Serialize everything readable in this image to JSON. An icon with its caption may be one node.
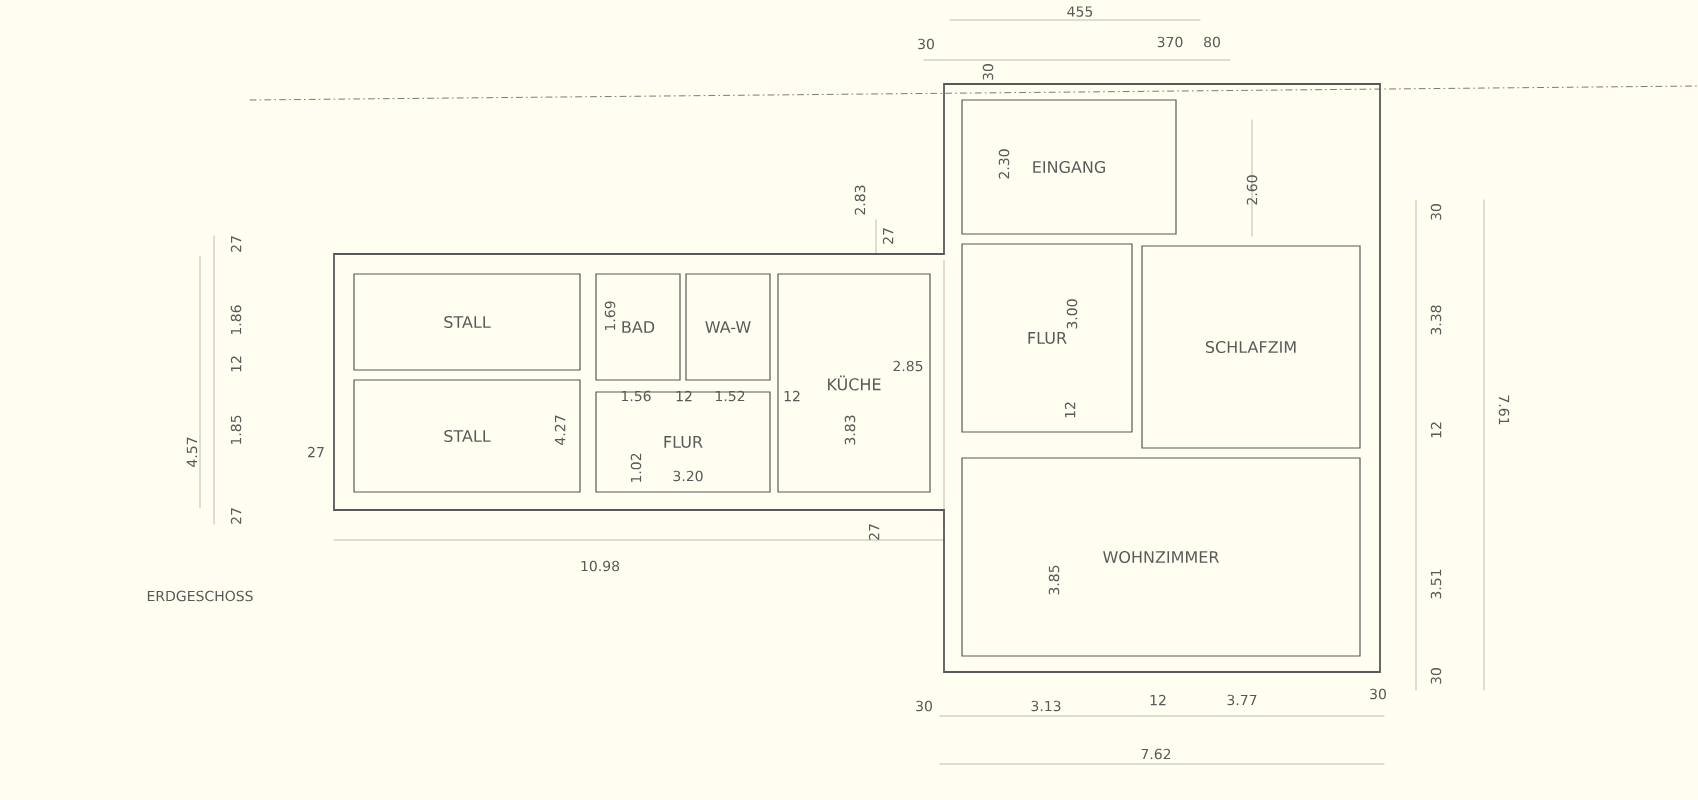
{
  "diagram": {
    "nodes": [
      {
        "text": [
          "STALL"
        ]
      },
      {
        "text": [
          "STALL"
        ]
      },
      {
        "text": [
          "BAD"
        ]
      },
      {
        "text": [
          "WA-W"
        ]
      },
      {
        "text": [
          "KÜCHE"
        ]
      },
      {
        "text": [
          "FLUR"
        ]
      },
      {
        "text": [
          "EINGANG"
        ]
      },
      {
        "text": [
          "FLUR"
        ]
      },
      {
        "text": [
          "SCHLAFZIM"
        ]
      },
      {
        "text": [
          "WOHNZIMMER"
        ]
      }
    ],
    "labels": [
      "455",
      "30",
      "370",
      "80",
      "30",
      "2.83",
      "27",
      "2.30",
      "2.60",
      "30",
      "27",
      "1.86",
      "12",
      "1.85",
      "4.57",
      "27",
      "27",
      "4.27",
      "1.69",
      "1.56",
      "12",
      "1.52",
      "12",
      "2.85",
      "3.00",
      "3.38",
      "12",
      "1.02",
      "3.20",
      "3.83",
      "12",
      "7.61",
      "27",
      "10.98",
      "ERDGESCHOSS",
      "3.85",
      "3.51",
      "30",
      "30",
      "3.13",
      "12",
      "3.77",
      "30",
      "7.62"
    ]
  }
}
